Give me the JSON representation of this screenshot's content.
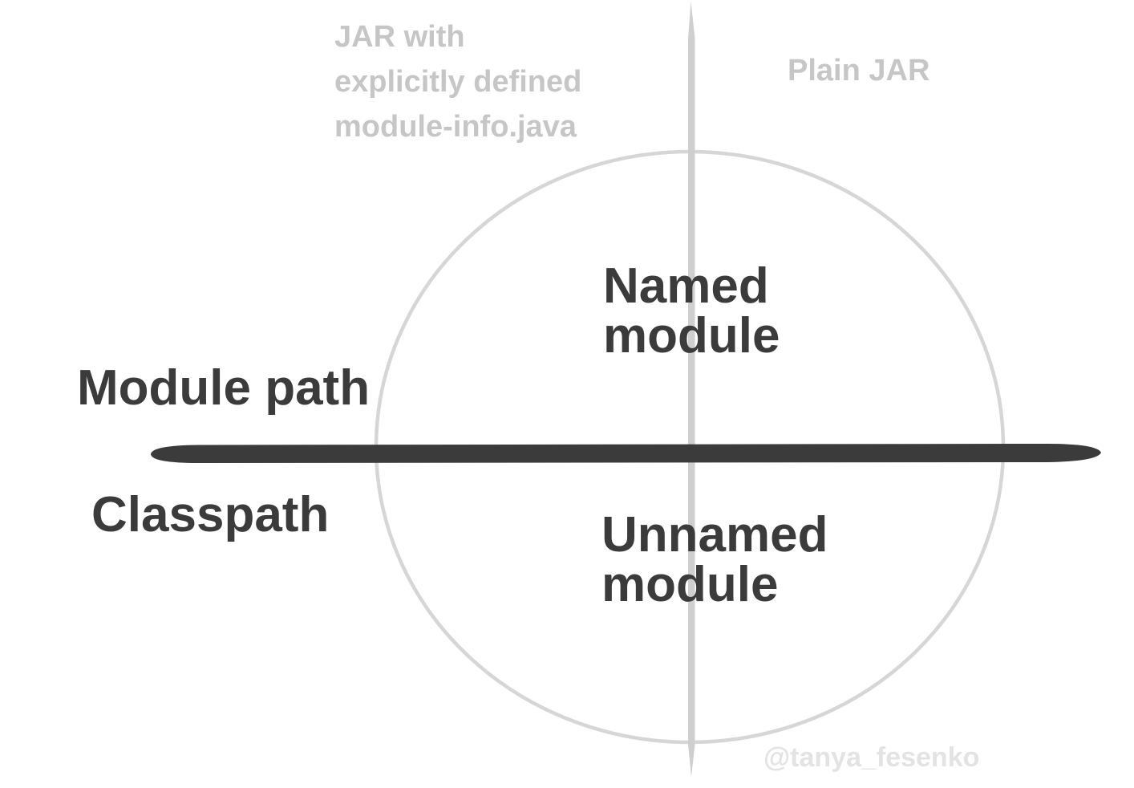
{
  "diagram": {
    "type": "quadrant-venn",
    "topic": "Java JAR types vs module path / classpath",
    "quadrant_axis_top_labels": {
      "top_left": "JAR with\nexplicitly defined\nmodule-info.java",
      "top_right": "Plain JAR"
    },
    "axis_labels": {
      "above_line": "Module path",
      "below_line": "Classpath"
    },
    "circle_labels": {
      "upper_half": "Named\nmodule",
      "lower_half": "Unnamed\nmodule"
    },
    "watermark": "@tanya_fesenko",
    "colors": {
      "background": "#ffffff",
      "circle_stroke": "#d6d6d6",
      "vertical_divider_line": "#cfcfcf",
      "horizontal_axis_line": "#3b3b3b",
      "muted_label_text": "#c6c6c6",
      "dark_label_text": "#3b3b3b",
      "watermark_text": "#e3e3e3"
    }
  }
}
